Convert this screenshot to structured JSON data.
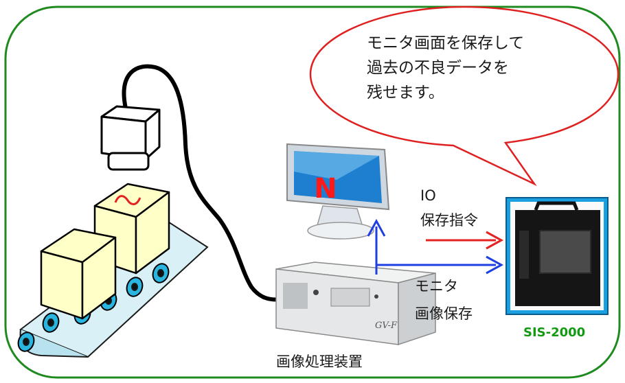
{
  "speech_bubble": {
    "line1": "モニタ画面を保存して",
    "line2": "過去の不良データを",
    "line3": "残せます。"
  },
  "monitor_logo_letter": "N",
  "io_label": {
    "line1": "IO",
    "line2": "保存指令"
  },
  "monitor_save_label": {
    "line1": "モニタ",
    "line2": "画像保存"
  },
  "processor_caption": "画像処理装置",
  "processor_badge": "GV-F",
  "recorder_name": "SIS-2000",
  "colors": {
    "frame_border": "#1f8a1f",
    "bubble_border": "#e02020",
    "io_arrow": "#e52222",
    "video_arrow": "#1f3fe0",
    "recorder_label": "#129a12",
    "box_fill": "#ffffc8"
  }
}
